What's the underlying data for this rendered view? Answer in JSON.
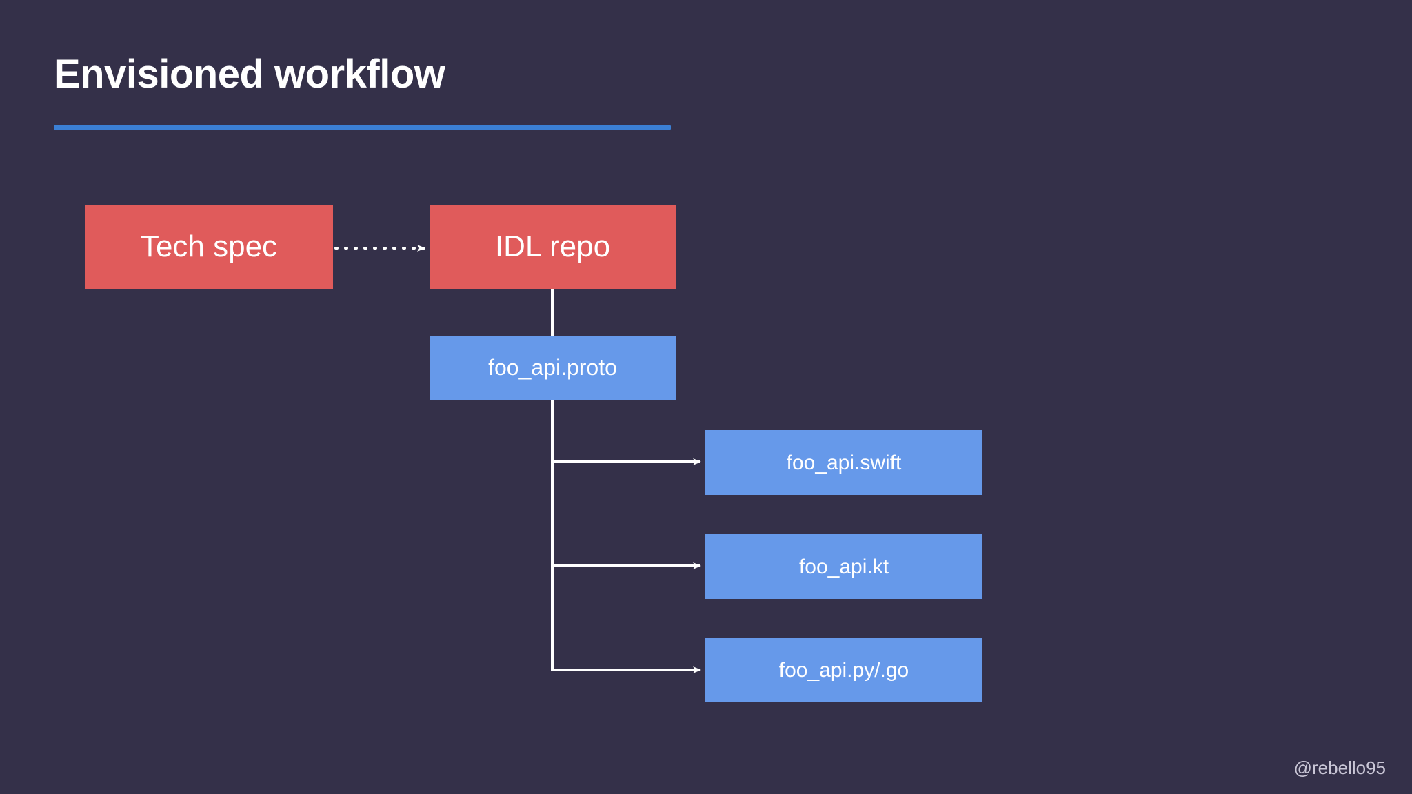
{
  "slide": {
    "background_color": "#343049",
    "title": "Envisioned workflow",
    "title_rule_color": "#3B7FD4",
    "watermark": "@rebello95"
  },
  "palette": {
    "background": "#343049",
    "accent_rule": "#3B7FD4",
    "source_box": "#E05B5B",
    "generated_box": "#6699EA",
    "connector": "#FFFFFF",
    "text": "#FFFFFF",
    "watermark_text": "#C9C6D6"
  },
  "diagram": {
    "type": "flowchart",
    "nodes": [
      {
        "id": "tech-spec",
        "label": "Tech spec",
        "kind": "source",
        "color": "#E05B5B"
      },
      {
        "id": "idl-repo",
        "label": "IDL repo",
        "kind": "source",
        "color": "#E05B5B"
      },
      {
        "id": "foo-api-proto",
        "label": "foo_api.proto",
        "kind": "artifact",
        "color": "#6699EA"
      },
      {
        "id": "foo-api-swift",
        "label": "foo_api.swift",
        "kind": "generated",
        "color": "#6699EA"
      },
      {
        "id": "foo-api-kt",
        "label": "foo_api.kt",
        "kind": "generated",
        "color": "#6699EA"
      },
      {
        "id": "foo-api-pygo",
        "label": "foo_api.py/.go",
        "kind": "generated",
        "color": "#6699EA"
      }
    ],
    "edges": [
      {
        "from": "tech-spec",
        "to": "idl-repo",
        "style": "dotted",
        "arrow": true
      },
      {
        "from": "idl-repo",
        "to": "foo-api-proto",
        "style": "solid",
        "arrow": false
      },
      {
        "from": "foo-api-proto",
        "to": "foo-api-swift",
        "style": "solid",
        "arrow": true
      },
      {
        "from": "foo-api-proto",
        "to": "foo-api-kt",
        "style": "solid",
        "arrow": true
      },
      {
        "from": "foo-api-proto",
        "to": "foo-api-pygo",
        "style": "solid",
        "arrow": true
      }
    ]
  }
}
